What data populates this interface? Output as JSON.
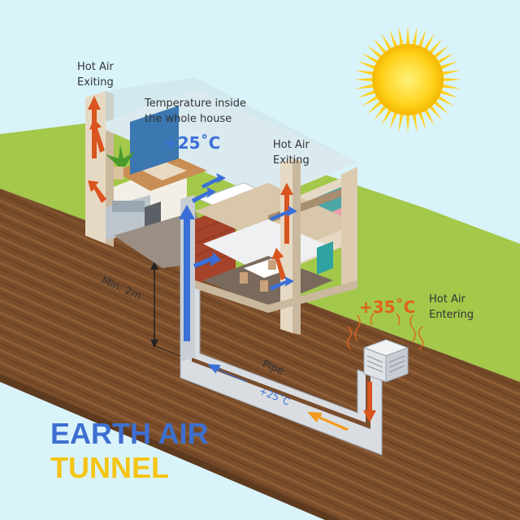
{
  "labels": {
    "hot_air_exiting_left": [
      "Hot Air",
      "Exiting"
    ],
    "temperature_inside": [
      "Temperature inside",
      "the whole house"
    ],
    "inside_temp": "+25˚C",
    "hot_air_exiting_right": [
      "Hot Air",
      "Exiting"
    ],
    "hot_air_entering": [
      "Hot Air",
      "Entering"
    ],
    "outside_temp": "+35˚C",
    "min_depth": "Min. 2m",
    "pipe": "Pipe",
    "pipe_temp": "+25˚C"
  },
  "title": {
    "line1": "EARTH AIR",
    "line2": "TUNNEL"
  },
  "colors": {
    "sky": "#d9f3fb",
    "grass": "#a3c84a",
    "soil": "#7a4d2b",
    "sun": "#ffd21e",
    "hot_arrow": "#d9541e",
    "cool_arrow": "#3a6fd8",
    "warm_arrow": "#f29a1d"
  }
}
